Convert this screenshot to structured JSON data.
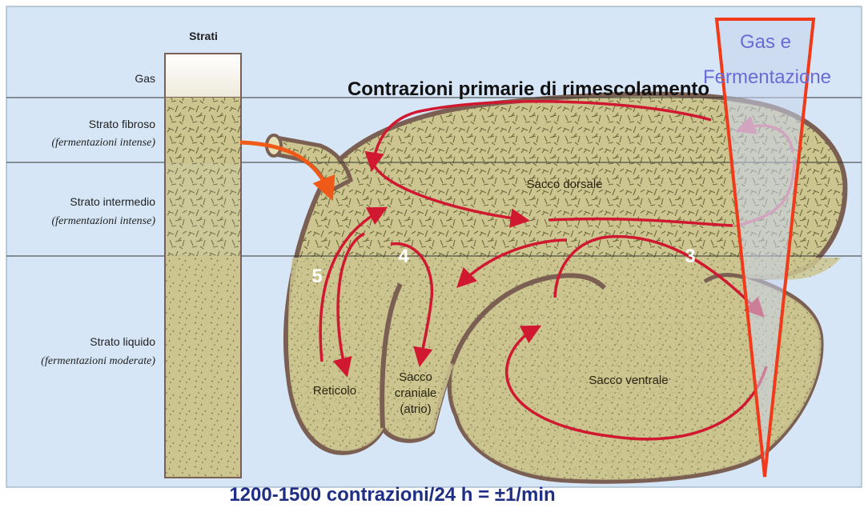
{
  "column_header": "Strati",
  "layers": [
    {
      "name": "Gas",
      "note": ""
    },
    {
      "name": "Strato fibroso",
      "note": "(fermentazioni intense)"
    },
    {
      "name": "Strato intermedio",
      "note": "(fermentazioni intense)"
    },
    {
      "name": "Strato liquido",
      "note": "(fermentazioni moderate)"
    }
  ],
  "title": "Contrazioni  primarie di rimescolamento",
  "gas_label_line1": "Gas e",
  "gas_label_line2": "Fermentazione",
  "regions": {
    "dorsal": "Sacco dorsale",
    "ventral": "Sacco ventrale",
    "reticulum": "Reticolo",
    "cranial_line1": "Sacco",
    "cranial_line2": "craniale",
    "cranial_line3": "(atrio)"
  },
  "numbers": {
    "n3": "3",
    "n4": "4",
    "n5": "5"
  },
  "footer": "1200-1500 contrazioni/24 h = ±1/min",
  "colors": {
    "background": "#d6e6f6",
    "content": "#ccc590",
    "outline": "#7a5f52",
    "arrow": "#d01830",
    "orange": "#f05a18",
    "footer_text": "#1f2f86",
    "gas_text": "#6b6bd6"
  }
}
